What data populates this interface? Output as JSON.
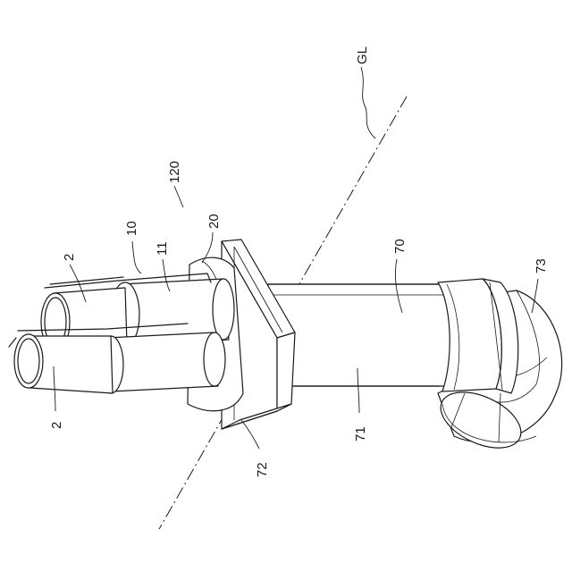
{
  "labels": {
    "gl": "GL",
    "assembly": "120",
    "part_10": "10",
    "part_11": "11",
    "part_20": "20",
    "part_2_upper": "2",
    "part_2_lower": "2",
    "part_70": "70",
    "part_71": "71",
    "part_72": "72",
    "part_73": "73"
  }
}
